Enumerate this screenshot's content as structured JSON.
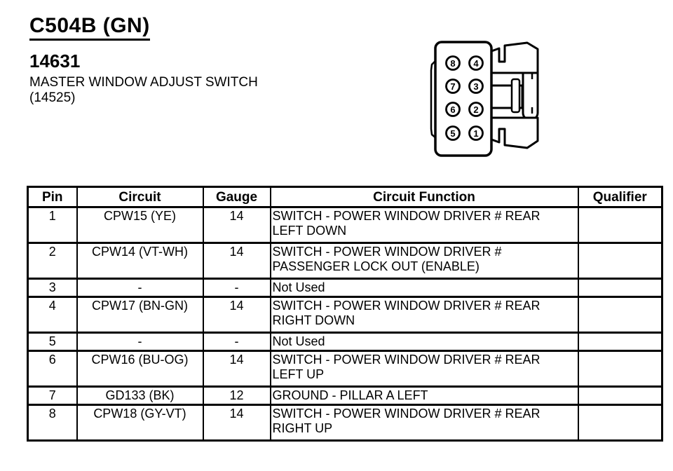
{
  "colors": {
    "ink": "#000000",
    "paper": "#ffffff"
  },
  "header": {
    "connector_id": "C504B (GN)",
    "part_number": "14631",
    "part_name": "MASTER WINDOW ADJUST SWITCH",
    "part_ref": "(14525)"
  },
  "connector": {
    "pin_labels_left": [
      "8",
      "7",
      "6",
      "5"
    ],
    "pin_labels_right": [
      "4",
      "3",
      "2",
      "1"
    ]
  },
  "table": {
    "headers": [
      "Pin",
      "Circuit",
      "Gauge",
      "Circuit Function",
      "Qualifier"
    ],
    "rows": [
      {
        "pin": "1",
        "circuit": "CPW15 (YE)",
        "gauge": "14",
        "function_lines": [
          "SWITCH - POWER WINDOW DRIVER # REAR",
          "LEFT DOWN"
        ],
        "qualifier": ""
      },
      {
        "pin": "2",
        "circuit": "CPW14 (VT-WH)",
        "gauge": "14",
        "function_lines": [
          "SWITCH - POWER WINDOW DRIVER #",
          "PASSENGER LOCK OUT (ENABLE)"
        ],
        "qualifier": ""
      },
      {
        "pin": "3",
        "circuit": "-",
        "gauge": "-",
        "function_lines": [
          "Not Used"
        ],
        "qualifier": ""
      },
      {
        "pin": "4",
        "circuit": "CPW17 (BN-GN)",
        "gauge": "14",
        "function_lines": [
          "SWITCH - POWER WINDOW DRIVER # REAR",
          "RIGHT DOWN"
        ],
        "qualifier": ""
      },
      {
        "pin": "5",
        "circuit": "-",
        "gauge": "-",
        "function_lines": [
          "Not Used"
        ],
        "qualifier": ""
      },
      {
        "pin": "6",
        "circuit": "CPW16 (BU-OG)",
        "gauge": "14",
        "function_lines": [
          "SWITCH - POWER WINDOW DRIVER # REAR",
          "LEFT UP"
        ],
        "qualifier": ""
      },
      {
        "pin": "7",
        "circuit": "GD133 (BK)",
        "gauge": "12",
        "function_lines": [
          "GROUND - PILLAR A LEFT"
        ],
        "qualifier": ""
      },
      {
        "pin": "8",
        "circuit": "CPW18 (GY-VT)",
        "gauge": "14",
        "function_lines": [
          "SWITCH - POWER WINDOW DRIVER # REAR",
          "RIGHT UP"
        ],
        "qualifier": ""
      }
    ]
  }
}
